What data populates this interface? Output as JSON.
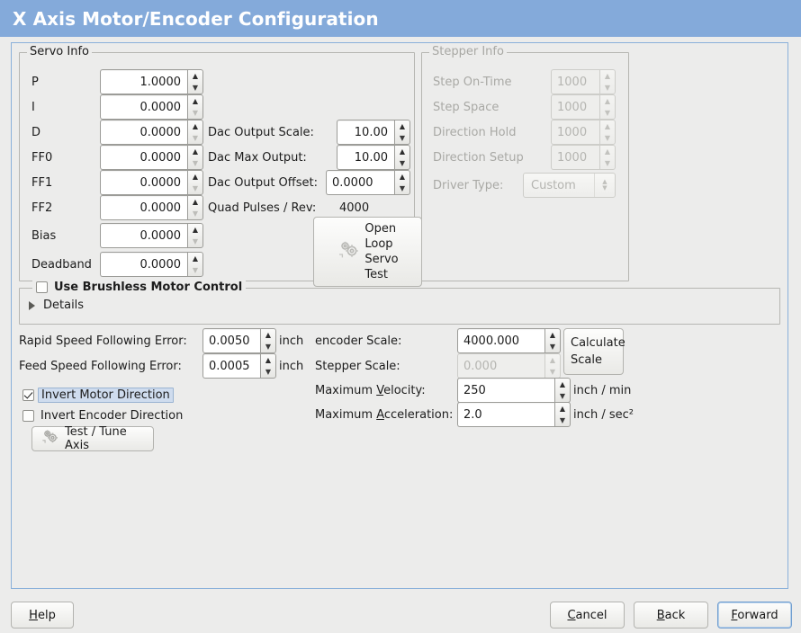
{
  "window": {
    "title": "X Axis Motor/Encoder Configuration",
    "header_color": "#84aada",
    "background_color": "#ececeb",
    "panel_border_color": "#8ab0da"
  },
  "servo_info": {
    "legend": "Servo Info",
    "fields": [
      {
        "label": "P",
        "value": "1.0000"
      },
      {
        "label": "I",
        "value": "0.0000"
      },
      {
        "label": "D",
        "value": "0.0000"
      },
      {
        "label": "FF0",
        "value": "0.0000"
      },
      {
        "label": "FF1",
        "value": "0.0000"
      },
      {
        "label": "FF2",
        "value": "0.0000"
      },
      {
        "label": "Bias",
        "value": "0.0000"
      },
      {
        "label": "Deadband",
        "value": "0.0000"
      }
    ],
    "dac": [
      {
        "label": "Dac Output Scale:",
        "value": "10.00"
      },
      {
        "label": "Dac Max Output:",
        "value": "10.00"
      },
      {
        "label": "Dac Output Offset:",
        "value": "0.0000"
      }
    ],
    "quad_pulses_label": "Quad Pulses / Rev:",
    "quad_pulses_value": "4000",
    "open_loop_button": {
      "line1": "Open",
      "line2": "Loop",
      "line3": "Servo",
      "line4": "Test",
      "icon": "gears-icon"
    }
  },
  "stepper_info": {
    "legend": "Stepper Info",
    "enabled": false,
    "fields": [
      {
        "label": "Step On-Time",
        "value": "1000"
      },
      {
        "label": "Step Space",
        "value": "1000"
      },
      {
        "label": "Direction Hold",
        "value": "1000"
      },
      {
        "label": "Direction Setup",
        "value": "1000"
      }
    ],
    "driver_type": {
      "label": "Driver Type:",
      "value": "Custom"
    }
  },
  "brushless": {
    "checkbox_label": "Use Brushless Motor Control",
    "checked": false,
    "details_label": "Details",
    "details_expanded": false
  },
  "tuning": {
    "rapid_following_error": {
      "label": "Rapid Speed Following Error:",
      "value": "0.0050",
      "unit": "inch"
    },
    "feed_following_error": {
      "label": "Feed Speed Following Error:",
      "value": "0.0005",
      "unit": "inch"
    },
    "invert_motor": {
      "label": "Invert Motor Direction",
      "checked": true,
      "focused": true
    },
    "invert_encoder": {
      "label": "Invert Encoder Direction",
      "checked": false,
      "focused": false
    },
    "test_tune_button": {
      "label": "Test / Tune Axis",
      "icon": "gears-icon"
    }
  },
  "scaling": {
    "encoder_scale": {
      "label": "encoder Scale:",
      "value": "4000.000",
      "enabled": true
    },
    "stepper_scale": {
      "label": "Stepper Scale:",
      "value": "0.000",
      "enabled": false
    },
    "max_velocity": {
      "label_pre": "Maximum ",
      "label_mnemonic": "V",
      "label_post": "elocity:",
      "value": "250",
      "unit": "inch / min"
    },
    "max_acceleration": {
      "label_pre": "Maximum ",
      "label_mnemonic": "A",
      "label_post": "cceleration:",
      "value": "2.0",
      "unit": "inch / sec²"
    },
    "calculate_button": {
      "line1": "Calculate",
      "line2": "Scale"
    }
  },
  "footer": {
    "help": {
      "pre": "",
      "mnemonic": "H",
      "post": "elp"
    },
    "cancel": {
      "pre": "",
      "mnemonic": "C",
      "post": "ancel"
    },
    "back": {
      "pre": "",
      "mnemonic": "B",
      "post": "ack"
    },
    "forward": {
      "pre": "",
      "mnemonic": "F",
      "post": "orward"
    }
  }
}
